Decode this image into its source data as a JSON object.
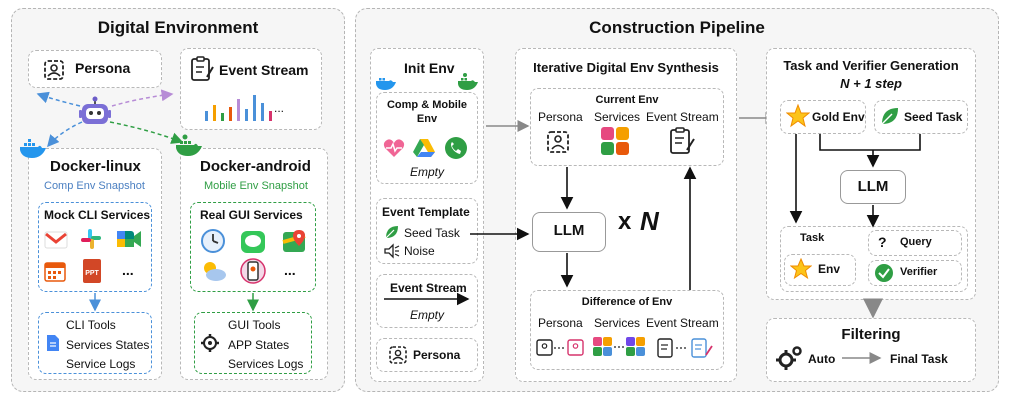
{
  "digital_env": {
    "title": "Digital Environment",
    "persona": "Persona",
    "event_stream": "Event Stream",
    "event_dots": "...",
    "docker_linux": {
      "title": "Docker-linux",
      "subtitle": "Comp Env Snapshot",
      "services_title": "Mock CLI Services",
      "more": "...",
      "ppt_label": "PPT",
      "tools": [
        "CLI Tools",
        "Services States",
        "Service Logs"
      ]
    },
    "docker_android": {
      "title": "Docker-android",
      "subtitle": "Mobile Env Snapshot",
      "services_title": "Real GUI Services",
      "more": "...",
      "tools": [
        "GUI Tools",
        "APP States",
        "Services Logs"
      ]
    }
  },
  "pipeline": {
    "title": "Construction Pipeline",
    "init_env": {
      "title": "Init Env",
      "comp_mobile": "Comp & Mobile Env",
      "empty": "Empty",
      "event_template": "Event Template",
      "seed_task": "Seed Task",
      "noise": "Noise",
      "event_stream": "Event Stream",
      "event_stream_empty": "Empty",
      "persona": "Persona"
    },
    "iterative": {
      "title": "Iterative Digital Env Synthesis",
      "current_env": "Current Env",
      "persona": "Persona",
      "services": "Services",
      "event_stream": "Event Stream",
      "llm": "LLM",
      "times": "x",
      "n": "N",
      "difference": "Difference of Env",
      "diff_persona": "Persona",
      "diff_services": "Services",
      "diff_event_stream": "Event Stream"
    },
    "task_verifier": {
      "title": "Task and Verifier Generation",
      "step": "N + 1 step",
      "gold_env": "Gold Env",
      "seed_task": "Seed Task",
      "llm": "LLM",
      "task": "Task",
      "env": "Env",
      "query": "Query",
      "verifier": "Verifier"
    },
    "filtering": {
      "title": "Filtering",
      "auto": "Auto",
      "final_task": "Final Task"
    }
  },
  "colors": {
    "panel_bg": "#f6f6f6",
    "dash": "#b5b5b5",
    "blue_accent": "#4a7fc1",
    "green_accent": "#2f9e44",
    "docker_blue": "#2496ed"
  },
  "icons": [
    "persona-icon",
    "clipboard-icon",
    "robot-icon",
    "docker-whale-icon",
    "gmail-icon",
    "slack-icon",
    "meet-icon",
    "calendar-icon",
    "ppt-icon",
    "docs-icon",
    "clock-icon",
    "messages-icon",
    "maps-icon",
    "weather-icon",
    "phone-app-icon",
    "gear-icon",
    "heart-icon",
    "drive-icon",
    "call-icon",
    "leaf-icon",
    "speaker-icon",
    "star-icon",
    "question-icon",
    "check-badge-icon"
  ]
}
